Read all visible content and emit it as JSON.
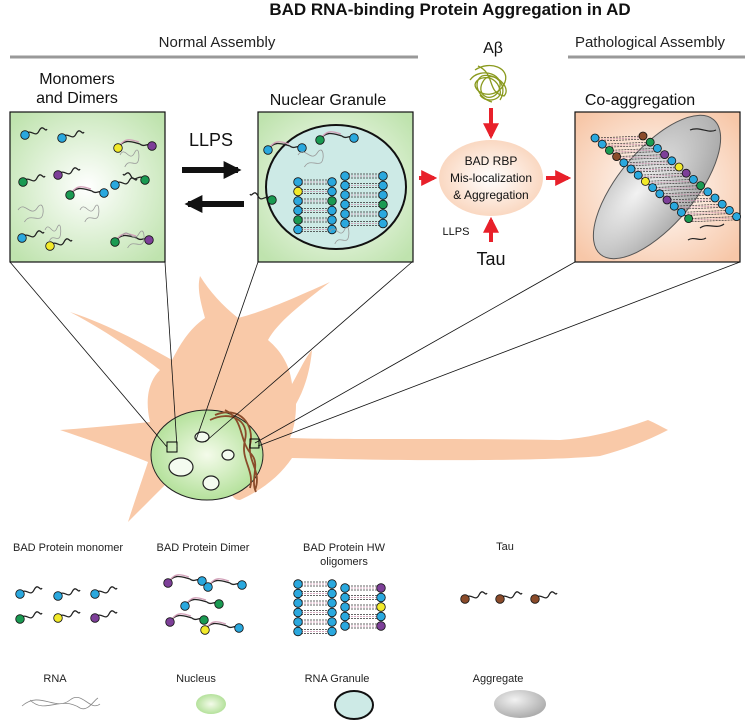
{
  "title": "BAD RNA-binding Protein Aggregation in AD",
  "sections": {
    "normal": "Normal Assembly",
    "pathological": "Pathological Assembly"
  },
  "panels": {
    "monomers_line1": "Monomers",
    "monomers_line2": "and Dimers",
    "nuclear_granule": "Nuclear Granule",
    "co_aggregation": "Co-aggregation"
  },
  "process": {
    "llps_big": "LLPS",
    "abeta": "Aβ",
    "tau": "Tau",
    "llps_small": "LLPS",
    "center_line1": "BAD RBP",
    "center_line2": "Mis-localization",
    "center_line3": "& Aggregation"
  },
  "legend": {
    "monomer": "BAD Protein monomer",
    "dimer": "BAD Protein Dimer",
    "hw_line1": "BAD Protein HW",
    "hw_line2": "oligomers",
    "tau": "Tau",
    "rna": "RNA",
    "nucleus": "Nucleus",
    "granule": "RNA Granule",
    "aggregate": "Aggregate"
  },
  "colors": {
    "blue": "#2aa8de",
    "green": "#1a9a52",
    "yellow": "#f2ea2a",
    "purple": "#7d3f98",
    "brown": "#8a4b2a",
    "red_arrow": "#e8202a",
    "panel_green": "#cfe9c2",
    "neuron": "#f9c9a8",
    "abeta": "#8a9a1e"
  }
}
